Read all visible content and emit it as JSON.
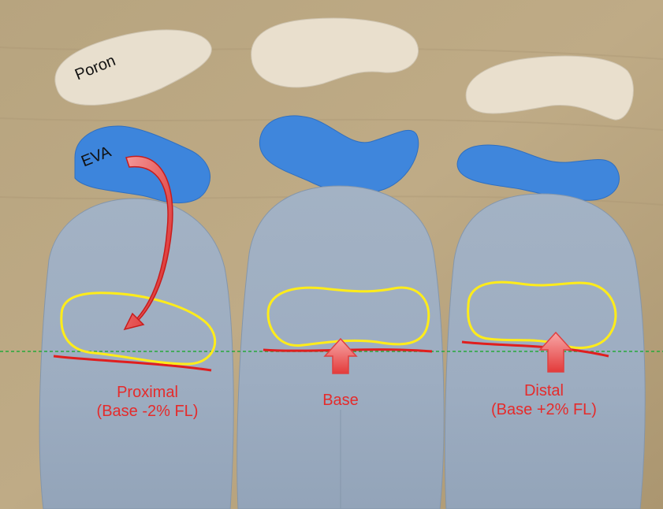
{
  "labels": {
    "poron": "Poron",
    "eva": "EVA",
    "proximal_title": "Proximal",
    "proximal_sub": "(Base -2% FL)",
    "base": "Base",
    "distal_title": "Distal",
    "distal_sub": "(Base +2% FL)"
  },
  "colors": {
    "table": "#b9a47e",
    "poron": "#e6dccb",
    "eva": "#3f86dc",
    "insole": "#9fb0c4",
    "outline": "#ffec1a",
    "edge": "#e01e1e",
    "reference_line": "#26a83a",
    "arrow": "#f06b6b",
    "text": "#e52b2b"
  },
  "icons": [
    "curved-arrow-icon",
    "up-arrow-icon",
    "up-arrow-icon"
  ]
}
